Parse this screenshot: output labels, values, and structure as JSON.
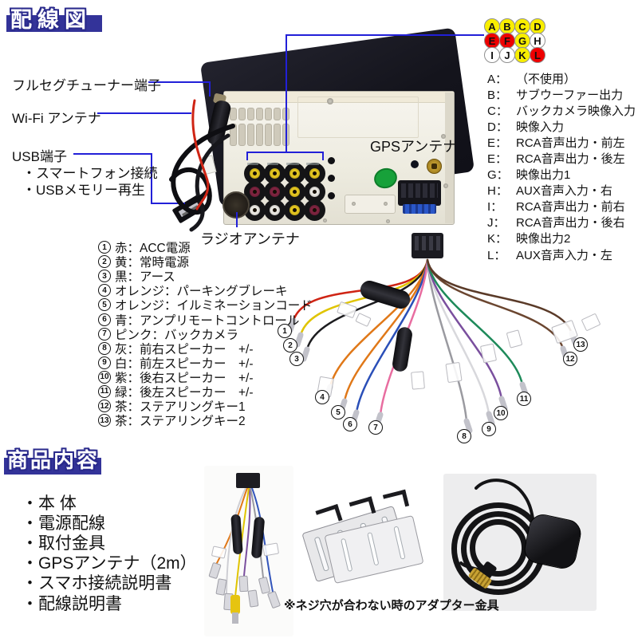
{
  "wiring": {
    "title": "配線図",
    "connector_labels": {
      "fullseg": "フルセグチューナー端子",
      "wifi": "Wi-Fi アンテナ",
      "usb": "USB端子",
      "usb_sub": [
        "・スマートフォン接続",
        "・USBメモリー再生"
      ],
      "gps": "GPSアンテナ",
      "radio": "ラジオアンテナ"
    },
    "port_circles": [
      {
        "letter": "A",
        "fill": "#f8ee00"
      },
      {
        "letter": "B",
        "fill": "#f8ee00"
      },
      {
        "letter": "C",
        "fill": "#f8ee00"
      },
      {
        "letter": "D",
        "fill": "#f8ee00"
      },
      {
        "letter": "E",
        "fill": "#ee0000"
      },
      {
        "letter": "F",
        "fill": "#ee0000"
      },
      {
        "letter": "G",
        "fill": "#f8ee00"
      },
      {
        "letter": "H",
        "fill": "#ffffff"
      },
      {
        "letter": "I",
        "fill": "#ffffff"
      },
      {
        "letter": "J",
        "fill": "#ffffff"
      },
      {
        "letter": "K",
        "fill": "#f8ee00"
      },
      {
        "letter": "L",
        "fill": "#ee0000"
      }
    ],
    "port_legend": [
      {
        "letter": "A",
        "desc": "（不使用）"
      },
      {
        "letter": "B",
        "desc": "サブウーファー出力"
      },
      {
        "letter": "C",
        "desc": "バックカメラ映像入力"
      },
      {
        "letter": "D",
        "desc": "映像入力"
      },
      {
        "letter": "E",
        "desc": "RCA音声出力・前左"
      },
      {
        "letter": "E",
        "desc": "RCA音声出力・後左"
      },
      {
        "letter": "G",
        "desc": "映像出力1"
      },
      {
        "letter": "H",
        "desc": "AUX音声入力・右"
      },
      {
        "letter": "I",
        "desc": "RCA音声出力・前右"
      },
      {
        "letter": "J",
        "desc": "RCA音声出力・後右"
      },
      {
        "letter": "K",
        "desc": "映像出力2"
      },
      {
        "letter": "L",
        "desc": "AUX音声入力・左"
      }
    ],
    "wire_list": [
      {
        "num": "1",
        "desc": "赤：ACC電源",
        "color": "#cf2414"
      },
      {
        "num": "2",
        "desc": "黄：常時電源",
        "color": "#e0c400"
      },
      {
        "num": "3",
        "desc": "黒：アース",
        "color": "#1c1c1f"
      },
      {
        "num": "4",
        "desc": "オレンジ：パーキングブレーキ",
        "color": "#e07818"
      },
      {
        "num": "5",
        "desc": "オレンジ：イルミネーションコード",
        "color": "#e07818"
      },
      {
        "num": "6",
        "desc": "青：アンプリモートコントロール",
        "color": "#2a4fb8"
      },
      {
        "num": "7",
        "desc": "ピンク：バックカメラ",
        "color": "#e86da0"
      },
      {
        "num": "8",
        "desc": "灰：前右スピーカー　+/-",
        "color": "#9a9aa0"
      },
      {
        "num": "9",
        "desc": "白：前左スピーカー　+/-",
        "color": "#d8d8dc"
      },
      {
        "num": "10",
        "desc": "紫：後右スピーカー　+/-",
        "color": "#7a4f9e"
      },
      {
        "num": "11",
        "desc": "緑：後左スピーカー　+/-",
        "color": "#1e8a5a"
      },
      {
        "num": "12",
        "desc": "茶：ステアリングキー1",
        "color": "#6b4630"
      },
      {
        "num": "13",
        "desc": "茶：ステアリングキー2",
        "color": "#5a3a28"
      }
    ],
    "rca_grid": [
      "#e3c520",
      "#e3c520",
      "#e3c520",
      "#e3c520",
      "#7e2440",
      "#7e2440",
      "#e3c520",
      "#e9e7e2",
      "#e9e7e2",
      "#e9e7e2",
      "#e3c520",
      "#7e2440"
    ]
  },
  "contents": {
    "title": "商品内容",
    "items": [
      "・本 体",
      "・電源配線",
      "・取付金具",
      "・GPSアンテナ（2m）",
      "・スマホ接続説明書",
      "・配線説明書"
    ],
    "note": "※ネジ穴が合わない時のアダプター金具"
  },
  "theme": {
    "banner": "#333399",
    "line_blue": "#2220d8"
  }
}
